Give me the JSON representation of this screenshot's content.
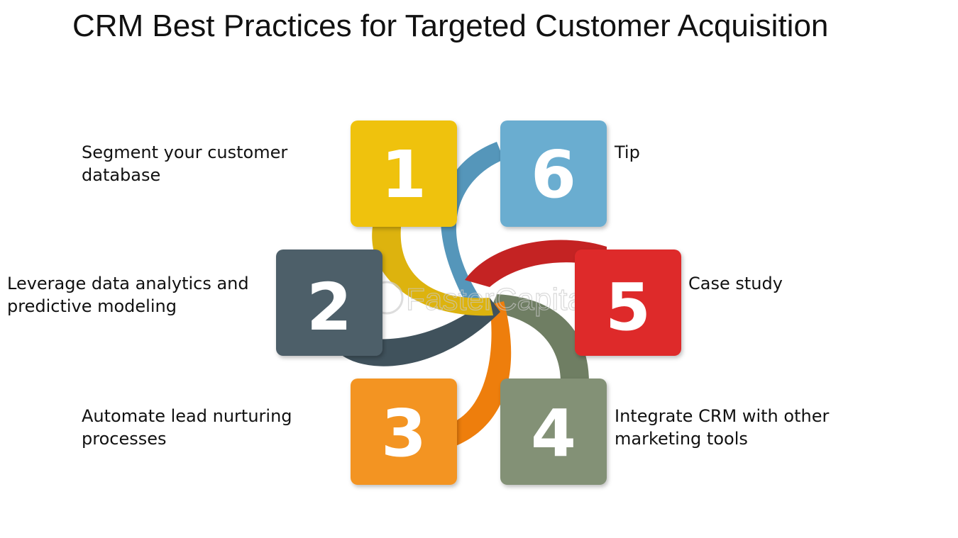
{
  "title": "CRM Best Practices for Targeted Customer Acquisition",
  "watermark": "FasterCapital",
  "steps": [
    {
      "number": "1",
      "line1": "Segment your customer",
      "line2": "database",
      "color": "#EFC20F",
      "ribbon": "#DDB30E"
    },
    {
      "number": "2",
      "line1": "Leverage data analytics and",
      "line2": "predictive modeling",
      "color": "#4D5F69",
      "ribbon": "#40525C"
    },
    {
      "number": "3",
      "line1": "Automate lead nurturing",
      "line2": "processes",
      "color": "#F39424",
      "ribbon": "#EE7E0C"
    },
    {
      "number": "4",
      "line1": "Integrate CRM with other",
      "line2": "marketing tools",
      "color": "#839176",
      "ribbon": "#6F7E63"
    },
    {
      "number": "5",
      "line1": "Case study",
      "line2": "",
      "color": "#DE2B2B",
      "ribbon": "#C42323"
    },
    {
      "number": "6",
      "line1": "Tip",
      "line2": "",
      "color": "#6BADD0",
      "ribbon": "#5596BA"
    }
  ]
}
